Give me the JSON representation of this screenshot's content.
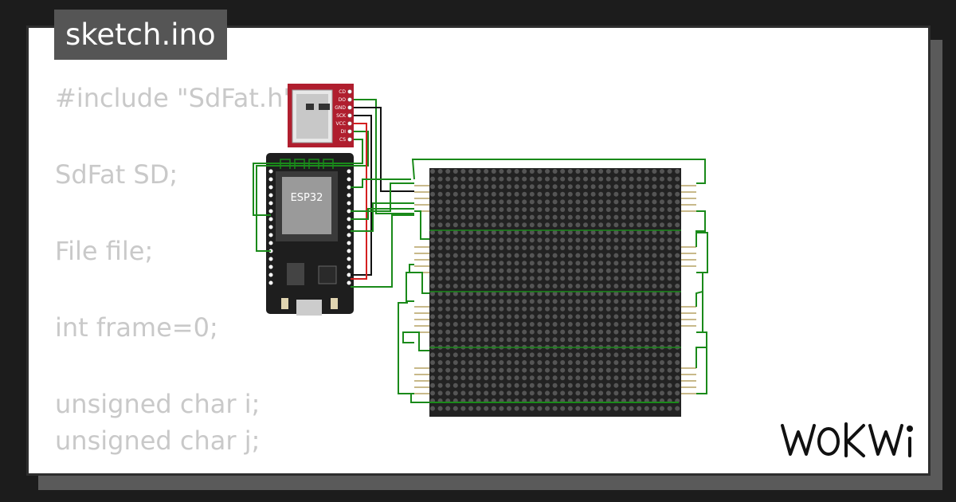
{
  "title": "sketch.ino",
  "code_lines": [
    "#include \"SdFat.h\"",
    "SdFat SD;",
    "File file;",
    "int frame=0;",
    "unsigned char i;",
    "unsigned char j;"
  ],
  "board_label": "ESP32",
  "sd_pins": [
    "CD",
    "DO",
    "GND",
    "SCK",
    "VCC",
    "DI",
    "CS"
  ],
  "logo_text": "WOKWi",
  "colors": {
    "background": "#1c1c1c",
    "card": "#ffffff",
    "code_text": "#c9c9c9",
    "title_tag": "#555555",
    "board": "#1e1e1e",
    "sd_module": "#b01e2e",
    "matrix": "#222222",
    "wire_green": "#1a8a1a",
    "wire_red": "#d42020",
    "wire_black": "#111111"
  }
}
